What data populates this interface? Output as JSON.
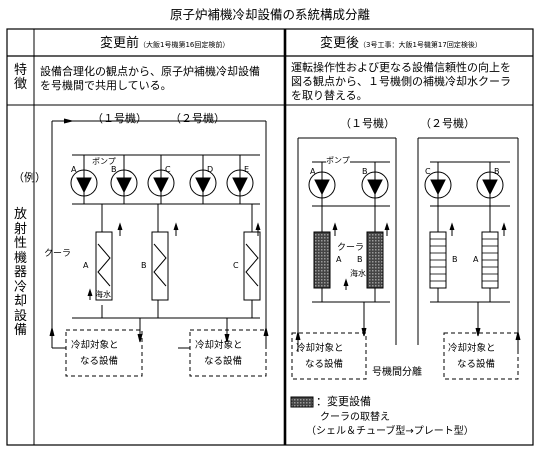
{
  "title": "原子炉補機冷却設備の系統構成分離",
  "headers": {
    "before": "変更前",
    "before_note": "（大飯1号機第16回定検前）",
    "after": "変更後",
    "after_note": "（3号工事：大飯1号機第17回定検後）"
  },
  "side_labels": {
    "feature": "特徴",
    "example_mark": "（例）",
    "example": "放射性機器冷却設備"
  },
  "features": {
    "before_line1": "設備合理化の観点から、原子炉補機冷却設備",
    "before_line2": "を号機間で共用している。",
    "after_line1": "運転操作性および更なる設備信頼性の向上を",
    "after_line2": "図る観点から、１号機側の補機冷却水クーラ",
    "after_line3": "を取り替える。"
  },
  "before_diagram": {
    "unit1": "（１号機）",
    "unit2": "（２号機）",
    "pump_label": "ポンプ",
    "pumps": [
      "A",
      "B",
      "C",
      "D",
      "E"
    ],
    "cooler_label": "クーラ",
    "coolers": [
      "A",
      "B",
      "C"
    ],
    "seawater": "海水",
    "equipment_left": [
      "冷却対象と",
      "なる設備"
    ],
    "equipment_right": [
      "冷却対象と",
      "なる設備"
    ]
  },
  "after_diagram": {
    "unit1": "（１号機）",
    "unit2": "（２号機）",
    "pump_label": "ポンプ",
    "pumps_unit1": [
      "A",
      "B"
    ],
    "pumps_unit2": [
      "C",
      "B"
    ],
    "cooler_label": "クーラ",
    "coolers_unit1": [
      "A",
      "B"
    ],
    "coolers_unit2": [
      "B",
      "A"
    ],
    "seawater": "海水",
    "separation": "号機間分離",
    "equipment_left": [
      "冷却対象と",
      "なる設備"
    ],
    "equipment_right": [
      "冷却対象と",
      "なる設備"
    ]
  },
  "legend": {
    "title": "：変更設備",
    "line1": "クーラの取替え",
    "line2": "（シェル＆チューブ型→プレート型）"
  }
}
